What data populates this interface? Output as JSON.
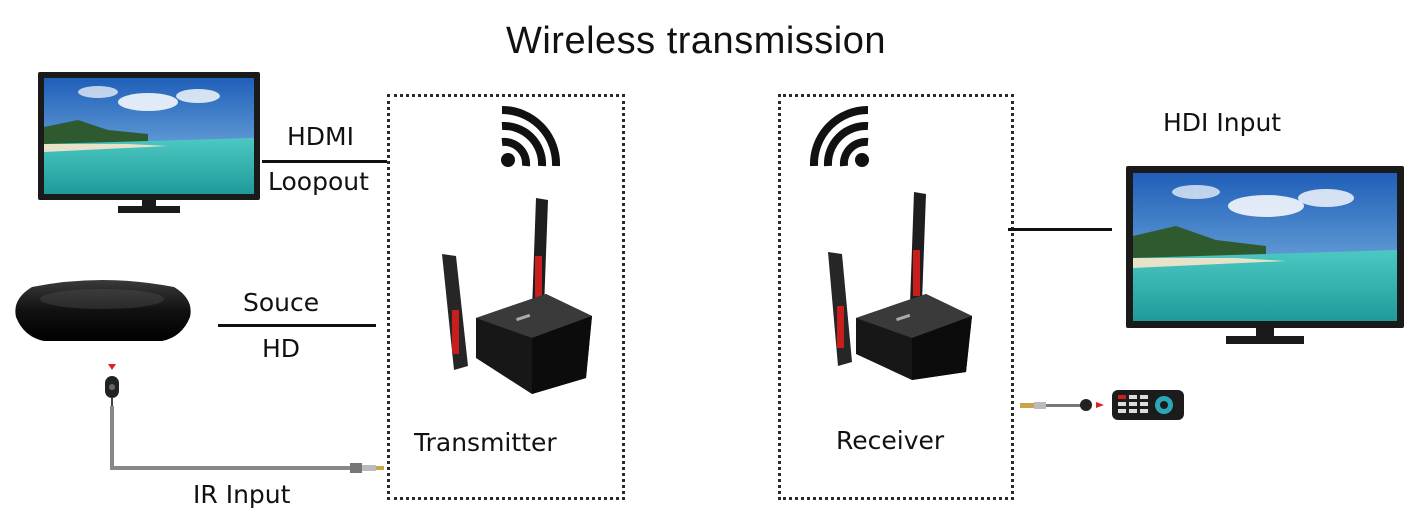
{
  "diagram": {
    "title": "Wireless transmission",
    "labels": {
      "hdmi": "HDMI",
      "loopout": "Loopout",
      "souce": "Souce",
      "hd": "HD",
      "ir_input": "IR Input",
      "transmitter": "Transmitter",
      "receiver": "Receiver",
      "hdi_input": "HDI  Input"
    },
    "colors": {
      "accent_red": "#e02020",
      "line": "#111111",
      "box_border": "#2a2a2a",
      "screen_sky": "#2f6fc4",
      "screen_sea": "#38b6b0",
      "device_body": "#1b1b1b"
    },
    "icons": [
      "monitor-icon",
      "media-box-icon",
      "ir-receiver-icon",
      "wifi-signal-icon",
      "wireless-device-icon",
      "remote-control-icon"
    ]
  }
}
